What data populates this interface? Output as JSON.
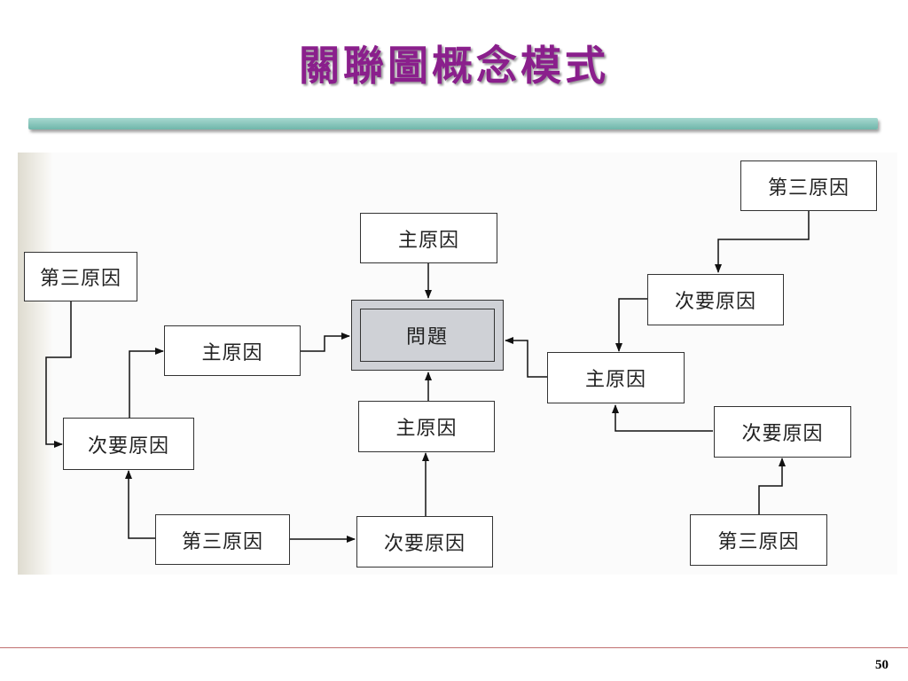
{
  "title": "關聯圖概念模式",
  "page_number": "50",
  "diagram": {
    "problem": "問題",
    "main_cause_top": "主原因",
    "main_cause_left": "主原因",
    "main_cause_center": "主原因",
    "main_cause_right": "主原因",
    "secondary_cause_left": "次要原因",
    "secondary_cause_bottom": "次要原因",
    "secondary_cause_right_top": "次要原因",
    "secondary_cause_right_bottom": "次要原因",
    "third_cause_left_top": "第三原因",
    "third_cause_bottom_left": "第三原因",
    "third_cause_top_right": "第三原因",
    "third_cause_bottom_right": "第三原因"
  }
}
